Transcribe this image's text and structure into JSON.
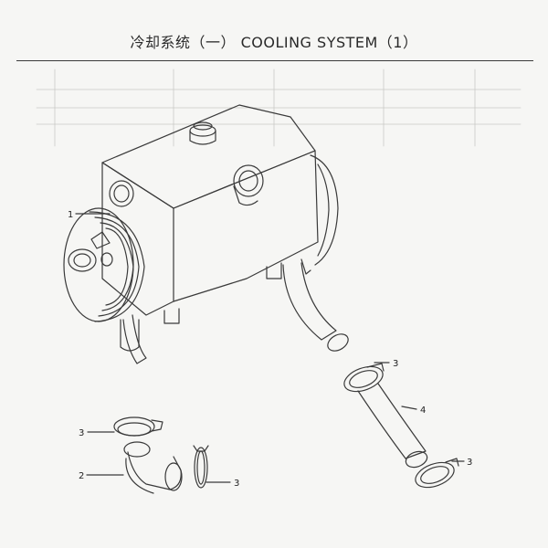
{
  "header": {
    "title": "冷却系统（一） COOLING SYSTEM（1）"
  },
  "callouts": [
    {
      "id": "c1",
      "label": "1"
    },
    {
      "id": "c2",
      "label": "2"
    },
    {
      "id": "c3a",
      "label": "3"
    },
    {
      "id": "c3b",
      "label": "3"
    },
    {
      "id": "c3c",
      "label": "3"
    },
    {
      "id": "c3d",
      "label": "3"
    },
    {
      "id": "c4",
      "label": "4"
    }
  ],
  "colors": {
    "line": "#3a3a3a",
    "paper": "#f6f6f4"
  }
}
